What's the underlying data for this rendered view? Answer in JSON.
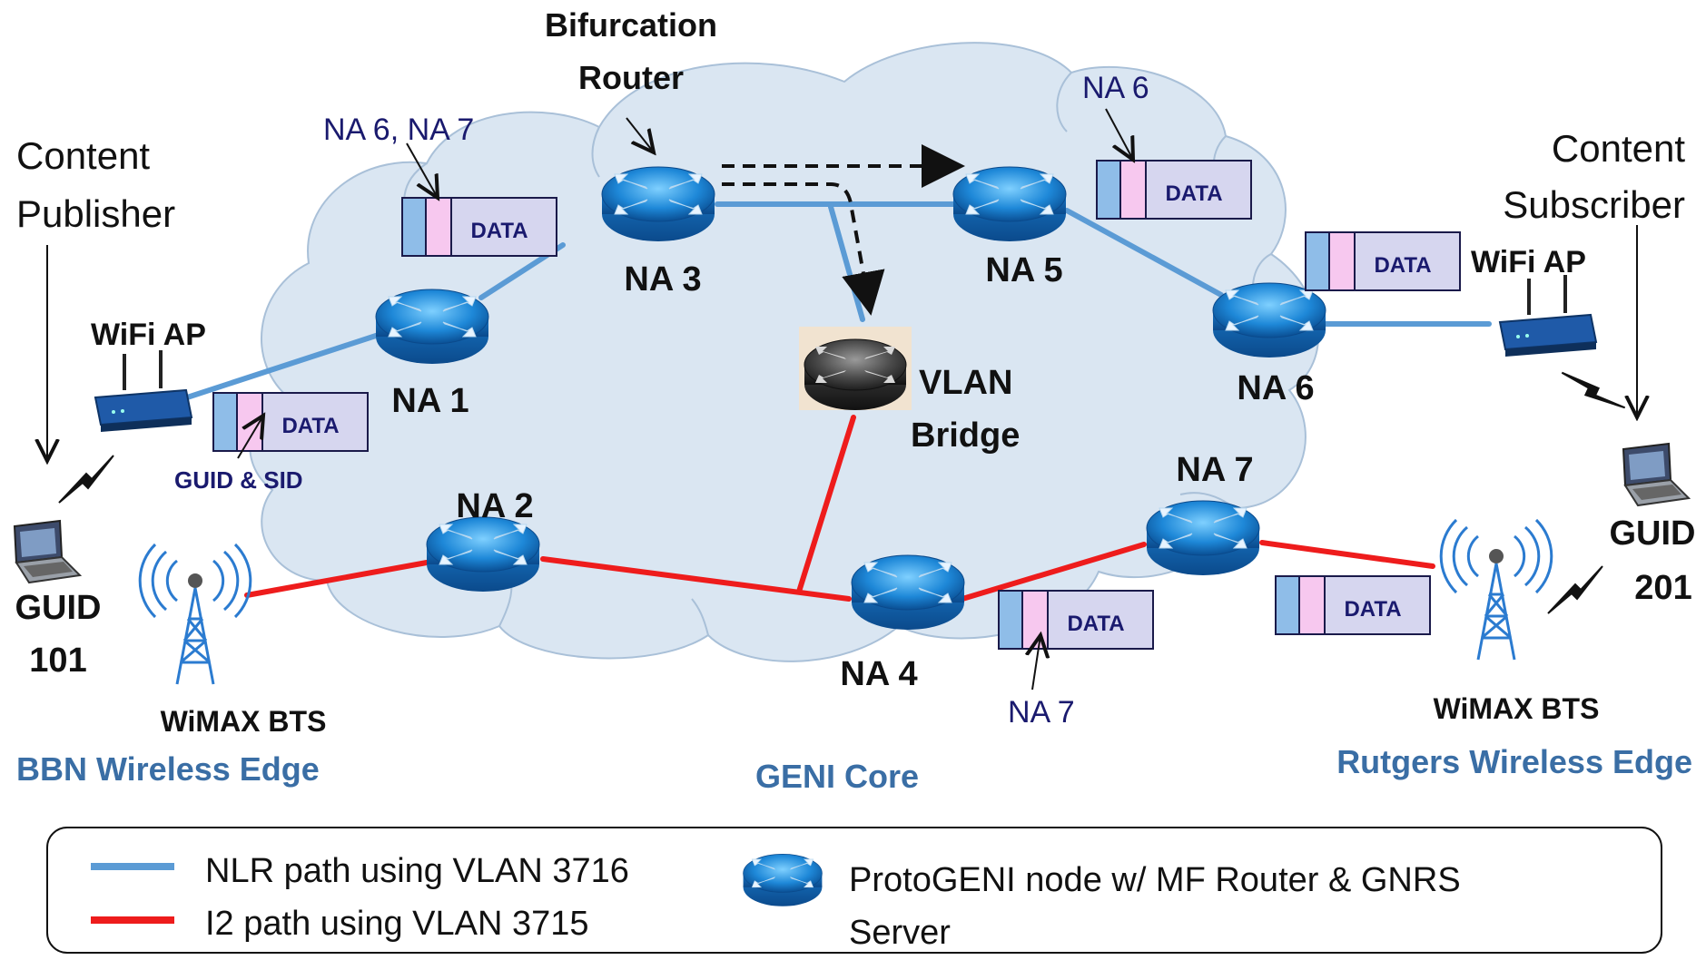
{
  "title_router": [
    "Bifurcation",
    "Router"
  ],
  "publisher": [
    "Content",
    "Publisher"
  ],
  "subscriber": [
    "Content",
    "Subscriber"
  ],
  "nodes": {
    "na1": "NA 1",
    "na2": "NA 2",
    "na3": "NA 3",
    "na4": "NA 4",
    "na5": "NA 5",
    "na6": "NA 6",
    "na7": "NA 7"
  },
  "vlan_bridge": [
    "VLAN",
    "Bridge"
  ],
  "wifi_ap_left": "WiFi AP",
  "wifi_ap_right": "WiFi AP",
  "guid_left": [
    "GUID",
    "101"
  ],
  "guid_right": [
    "GUID",
    "201"
  ],
  "wimax_left": "WiMAX BTS",
  "wimax_right": "WiMAX BTS",
  "edges": {
    "bbn": "BBN Wireless Edge",
    "geni": "GENI Core",
    "rutgers": "Rutgers Wireless Edge"
  },
  "packets": {
    "data_label": "DATA",
    "annot_na67": "NA 6, NA 7",
    "annot_na6": "NA 6",
    "annot_guid_sid": "GUID & SID",
    "annot_na7": "NA 7"
  },
  "legend": {
    "nlr": "NLR path using VLAN 3716",
    "i2": "I2 path using VLAN 3715",
    "node_line1": "ProtoGENI node  w/ MF Router & GNRS",
    "node_line2": "Server"
  },
  "colors": {
    "nlr_path": "#5b9bd5",
    "i2_path": "#ee1c1c",
    "cloud_fill": "#dae6f2",
    "edge_label": "#3a6ea5",
    "annotation": "#1a1a6e"
  }
}
